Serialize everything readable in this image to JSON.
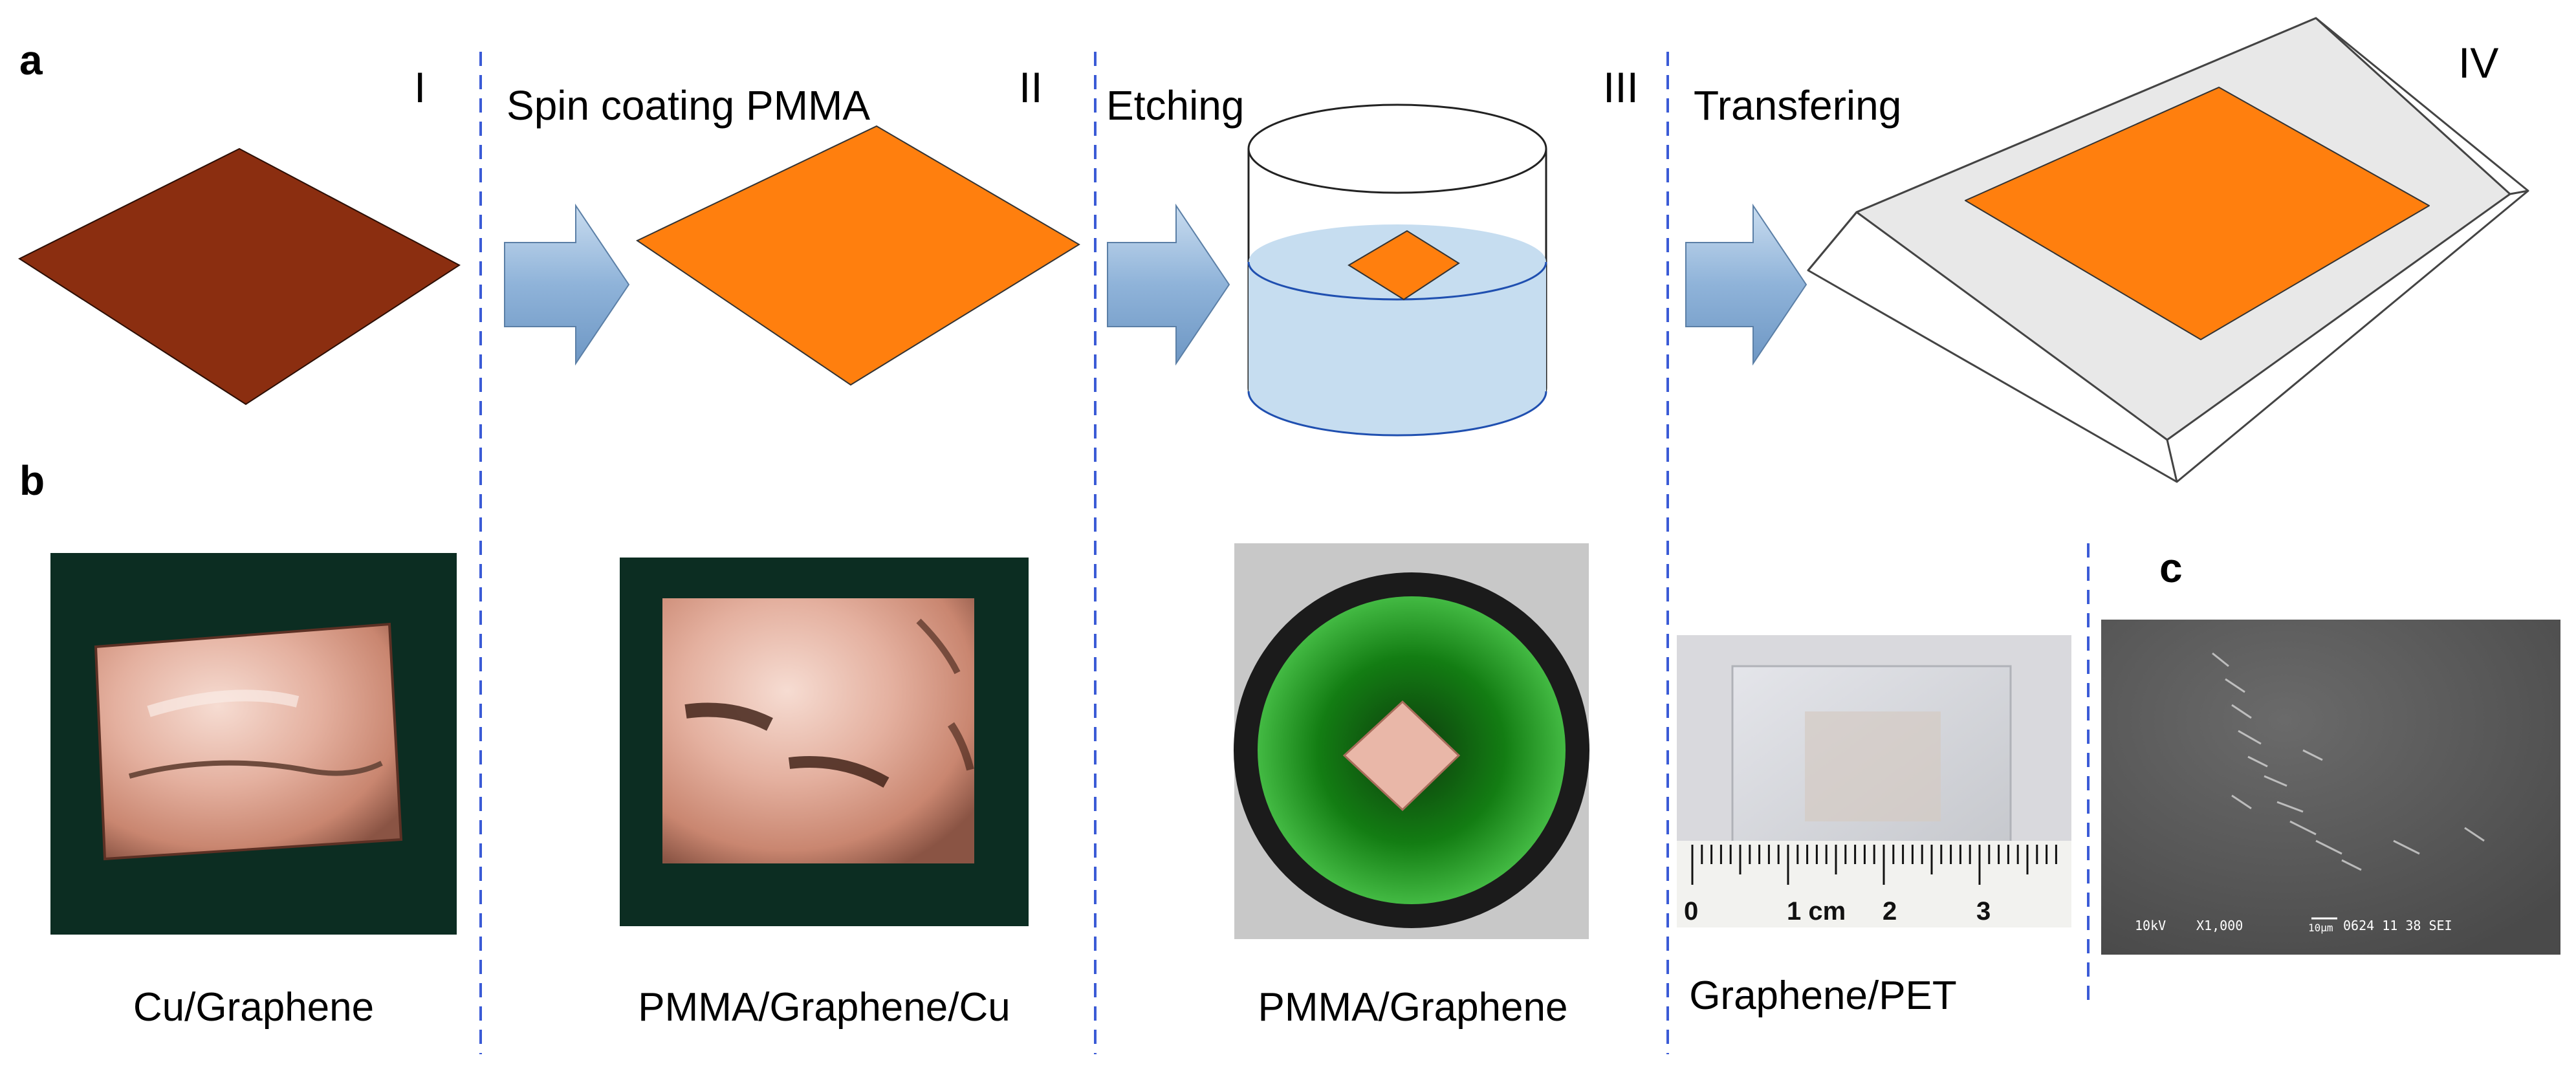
{
  "panels": {
    "a": "a",
    "b": "b",
    "c": "c"
  },
  "steps": [
    {
      "numeral": "I",
      "label": ""
    },
    {
      "numeral": "II",
      "label": "Spin coating PMMA"
    },
    {
      "numeral": "III",
      "label": "Etching"
    },
    {
      "numeral": "IV",
      "label": "Transfering"
    }
  ],
  "captions": [
    "Cu/Graphene",
    "PMMA/Graphene/Cu",
    "PMMA/Graphene",
    "Graphene/PET"
  ],
  "ruler": {
    "labels": [
      "0",
      "1 cm",
      "2",
      "3"
    ]
  },
  "sem": {
    "voltage": "10kV",
    "magnification": "X1,000",
    "scale": "10μm",
    "info": "0624 11 38 SEI"
  },
  "colors": {
    "copper": "#8B2E10",
    "pmma": "#FF7F0E",
    "arrow": "#8FB3D9",
    "liquid": "#C6DDF0",
    "etchant": "#1FA51F",
    "divider": "#3B5BD6"
  }
}
